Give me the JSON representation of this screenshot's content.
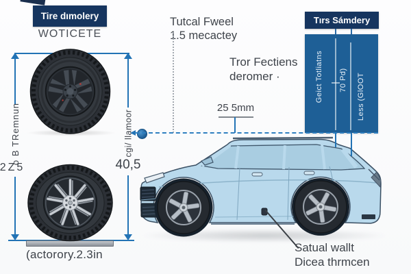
{
  "colors": {
    "navy_header": "#16355f",
    "panel_blue": "#1e5f96",
    "dimension_blue": "#2273b5",
    "text_dark": "#3e434a",
    "car_body_blue": "#b9d9ec",
    "tire_dark": "#2c3036",
    "rim_silver": "#c6cbd1",
    "ground_gray": "#a9adb4"
  },
  "left_section": {
    "header": "Tire dımolery",
    "subheader": "WOTICETE",
    "overall_diameter_rotated": "o B TRemnun",
    "overall_diameter_value": "2Z5",
    "rim_diameter_rotated": "cgi/ llamoor",
    "rim_diameter_value": "40,5",
    "width_label": "(actorory.2.3in"
  },
  "top_section": {
    "clearance_line1": "Tutcal Fweel",
    "clearance_line2": "1.5 mecactey",
    "gap_value": "25 5mm",
    "overhang_line1": "Tror Fectiens",
    "overhang_line2": "deromer ·"
  },
  "right_section": {
    "header": "Tırs Sámdery",
    "panel_label_1": "Geict Totliatns",
    "panel_label_2": "70 Pd)",
    "panel_label_3": "Less (GlOOT"
  },
  "callout": {
    "line1": "Satual wallt",
    "line2": "Dicea thrmcen"
  }
}
